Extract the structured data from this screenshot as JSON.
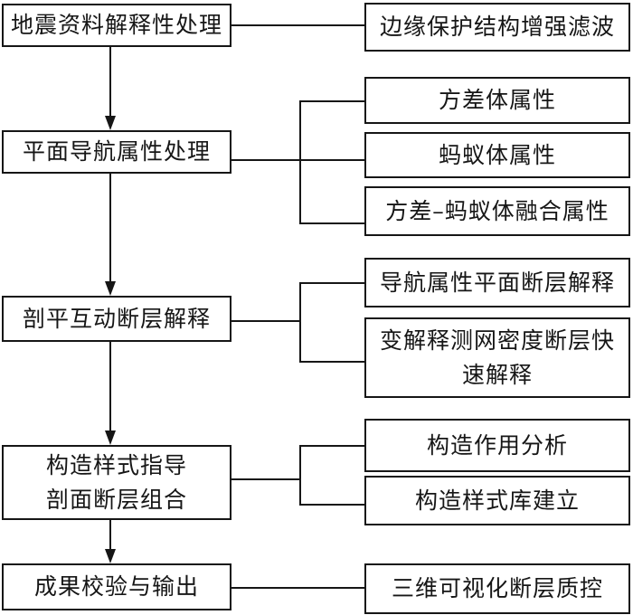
{
  "diagram": {
    "title": "fault-interpretation-workflow-flowchart",
    "background_color": "#ffffff",
    "line_color": "#161616",
    "main_steps": [
      {
        "id": "step1",
        "label": "地震资料解释性处理"
      },
      {
        "id": "step2",
        "label": "平面导航属性处理"
      },
      {
        "id": "step3",
        "label": "剖平互动断层解释"
      },
      {
        "id": "step4",
        "label": "构造样式指导\n剖面断层组合"
      },
      {
        "id": "step5",
        "label": "成果校验与输出"
      }
    ],
    "detail_boxes": [
      {
        "id": "detail1",
        "parent": "step1",
        "label": "边缘保护结构增强滤波"
      },
      {
        "id": "detail2",
        "parent": "step2",
        "label": "方差体属性"
      },
      {
        "id": "detail3",
        "parent": "step2",
        "label": "蚂蚁体属性"
      },
      {
        "id": "detail4",
        "parent": "step2",
        "label": "方差–蚂蚁体融合属性"
      },
      {
        "id": "detail5",
        "parent": "step3",
        "label": "导航属性平面断层解释"
      },
      {
        "id": "detail6",
        "parent": "step3",
        "label": "变解释测网密度断层快\n速解释"
      },
      {
        "id": "detail7",
        "parent": "step4",
        "label": "构造作用分析"
      },
      {
        "id": "detail8",
        "parent": "step4",
        "label": "构造样式库建立"
      },
      {
        "id": "detail9",
        "parent": "step5",
        "label": "三维可视化断层质控"
      }
    ],
    "flow_arrows": [
      {
        "from": "step1",
        "to": "step2"
      },
      {
        "from": "step2",
        "to": "step3"
      },
      {
        "from": "step3",
        "to": "step4"
      },
      {
        "from": "step4",
        "to": "step5"
      }
    ]
  }
}
